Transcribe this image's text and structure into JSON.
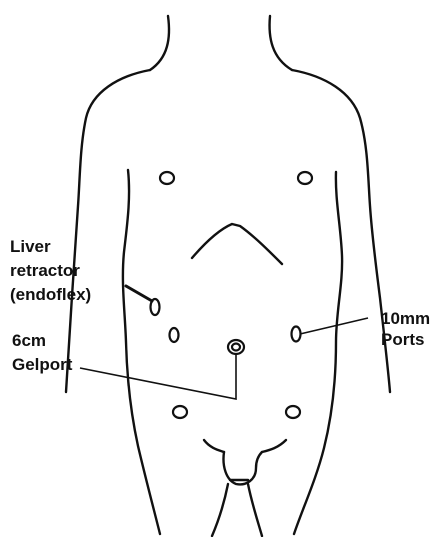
{
  "labels": {
    "liver_retractor": [
      "Liver",
      "retractor",
      "(endoflex)"
    ],
    "ports_10mm": [
      "10mm",
      "Ports"
    ],
    "gelport": [
      "6cm",
      "Gelport"
    ]
  }
}
